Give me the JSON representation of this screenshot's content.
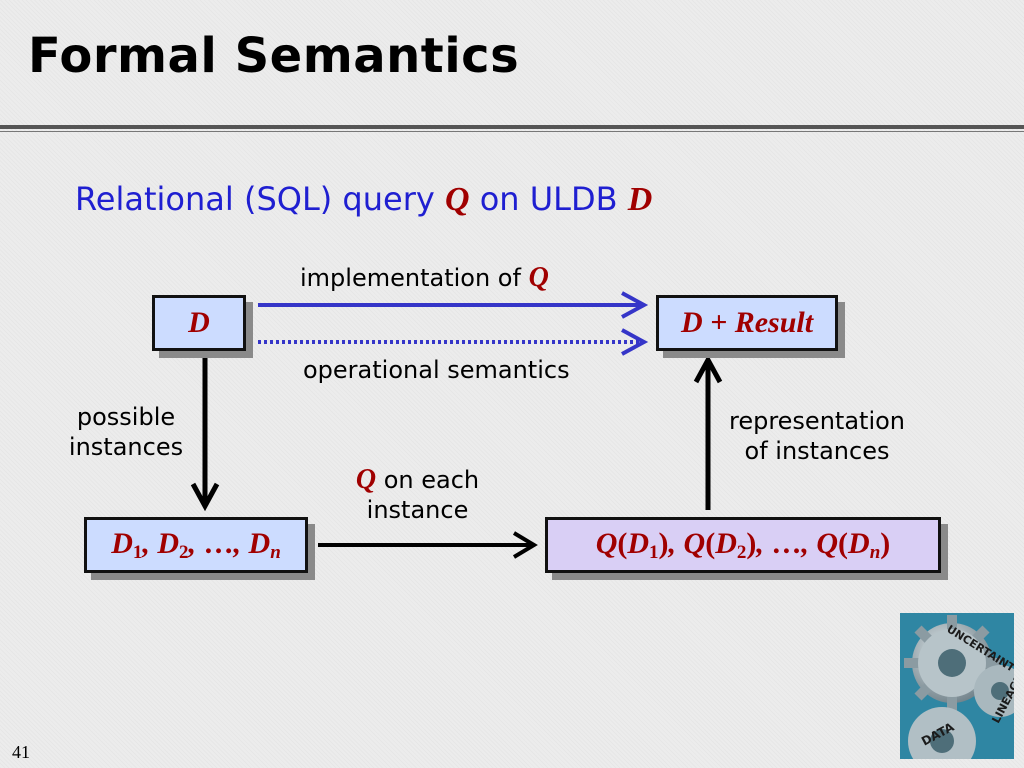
{
  "slide": {
    "title": "Formal Semantics",
    "subtitle_prefix": "Relational (SQL) query ",
    "subtitle_q": "Q",
    "subtitle_middle": " on ULDB ",
    "subtitle_d": "D",
    "page_number": "41"
  },
  "diagram": {
    "box_d": "D",
    "box_result": "D + Result",
    "box_instances": {
      "d": "D",
      "sub1": "1",
      "sub2": "2",
      "ellipsis": "…",
      "subn": "n"
    },
    "box_query_results": {
      "q": "Q",
      "d": "D",
      "sub1": "1",
      "sub2": "2",
      "ellipsis": "…",
      "subn": "n"
    },
    "label_implementation": "implementation of ",
    "label_implementation_q": "Q",
    "label_operational": "operational semantics",
    "label_possible": "possible",
    "label_instances": "instances",
    "label_q_each_q": "Q",
    "label_q_each": " on each",
    "label_instance": "instance",
    "label_representation": "representation",
    "label_of_instances": "of instances"
  },
  "logo": {
    "words": [
      "UNCERTAINTY",
      "LINEAGE",
      "DATA"
    ]
  },
  "colors": {
    "subtitle": "#1f1fd1",
    "accent": "#a00000",
    "arrow_blue": "#3535c8",
    "box_blue": "#ccdcff",
    "box_purple": "#d9cff5"
  }
}
